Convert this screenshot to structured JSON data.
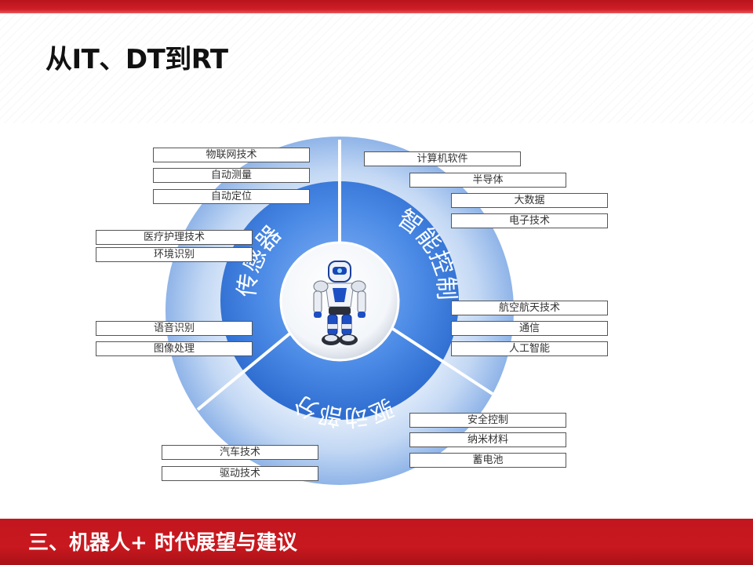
{
  "title": "从IT、DT到RT",
  "footer": "三、机器人+ 时代展望与建议",
  "segments": {
    "sensor": "传感器",
    "control": "智能控制",
    "drive": "驱动部分"
  },
  "labels": {
    "iot": "物联网技术",
    "auto_measure": "自动测量",
    "auto_locate": "自动定位",
    "medical": "医疗护理技术",
    "env_recog": "环境识别",
    "voice_recog": "语音识别",
    "image_proc": "图像处理",
    "software": "计算机软件",
    "semiconductor": "半导体",
    "big_data": "大数据",
    "electronics": "电子技术",
    "aerospace": "航空航天技术",
    "communication": "通信",
    "ai": "人工智能",
    "safety": "安全控制",
    "nano": "纳米材料",
    "battery": "蓄电池",
    "auto_tech": "汽车技术",
    "drive_tech": "驱动技术"
  },
  "colors": {
    "brand_red": "#c9181f",
    "ring_outer": "#a9c6ef",
    "ring_inner": "#3f7fe0"
  },
  "icons": {
    "center": "robot-icon"
  }
}
